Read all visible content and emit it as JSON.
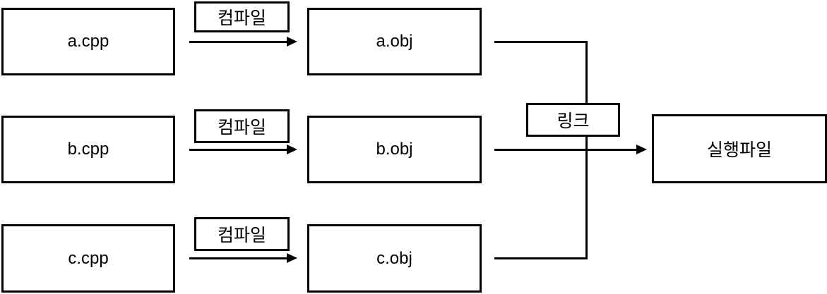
{
  "diagram": {
    "description_type": "flow-diagram",
    "background_color": "#ffffff",
    "line_color": "#000000",
    "box_fill_color": "#ffffff",
    "text_color": "#000000",
    "rows": [
      {
        "source": "a.cpp",
        "process": "컴파일",
        "object": "a.obj"
      },
      {
        "source": "b.cpp",
        "process": "컴파일",
        "object": "b.obj"
      },
      {
        "source": "c.cpp",
        "process": "컴파일",
        "object": "c.obj"
      }
    ],
    "link": {
      "label": "링크"
    },
    "output": {
      "label": "실행파일"
    }
  }
}
